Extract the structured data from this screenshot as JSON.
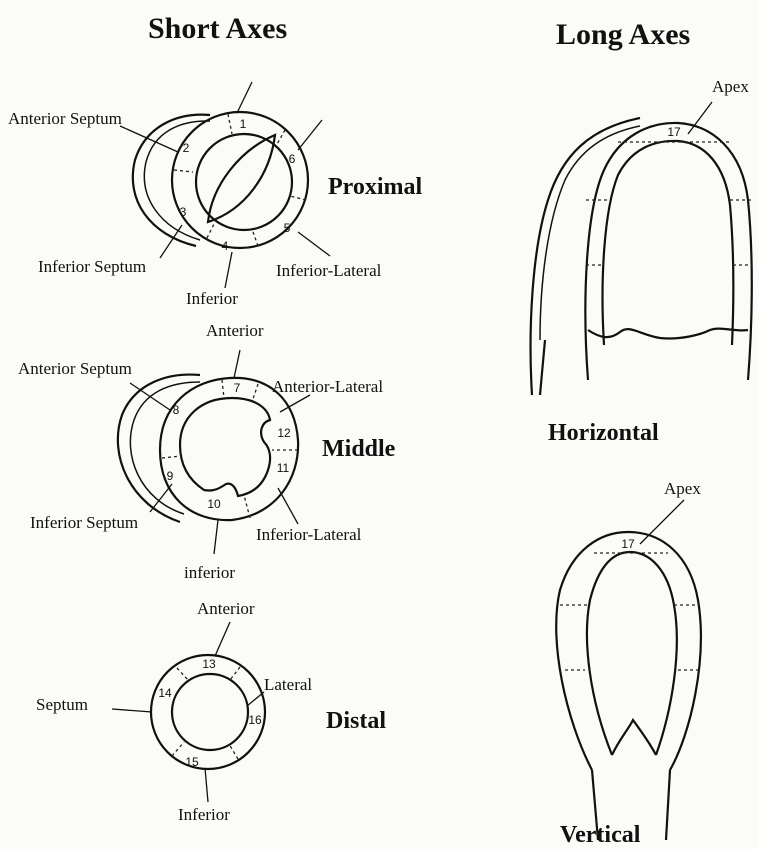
{
  "headings": {
    "short_axes": "Short Axes",
    "long_axes": "Long Axes"
  },
  "levels": {
    "proximal": "Proximal",
    "middle": "Middle",
    "distal": "Distal"
  },
  "long_views": {
    "horizontal": "Horizontal",
    "vertical": "Vertical"
  },
  "proximal_labels": {
    "anterior_septum": "Anterior Septum",
    "inferior_septum": "Inferior Septum",
    "inferior": "Inferior",
    "inferior_lateral": "Inferior-Lateral"
  },
  "middle_labels": {
    "anterior": "Anterior",
    "anterior_septum": "Anterior Septum",
    "anterior_lateral": "Anterior-Lateral",
    "inferior_septum": "Inferior Septum",
    "inferior_lateral": "Inferior-Lateral",
    "inferior": "inferior"
  },
  "distal_labels": {
    "anterior": "Anterior",
    "septum": "Septum",
    "lateral": "Lateral",
    "inferior": "Inferior"
  },
  "apex_labels": {
    "horizontal": "Apex",
    "vertical": "Apex"
  },
  "segments": {
    "s1": "1",
    "s2": "2",
    "s3": "3",
    "s4": "4",
    "s5": "5",
    "s6": "6",
    "s7": "7",
    "s8": "8",
    "s9": "9",
    "s10": "10",
    "s11": "11",
    "s12": "12",
    "s13": "13",
    "s14": "14",
    "s15": "15",
    "s16": "16",
    "s17_horizontal": "17",
    "s17_vertical": "17"
  }
}
